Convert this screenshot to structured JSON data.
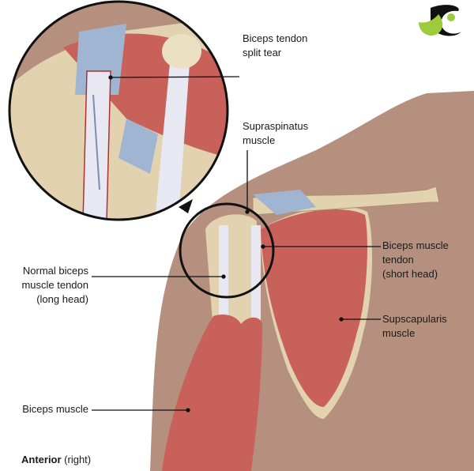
{
  "labels": {
    "split_tear": [
      "Biceps tendon",
      "split tear"
    ],
    "supraspinatus": [
      "Supraspinatus",
      "muscle"
    ],
    "long_head": [
      "Normal biceps",
      "muscle tendon",
      "(long head)"
    ],
    "short_head": [
      "Biceps muscle",
      "tendon",
      "(short head)"
    ],
    "subscapularis": [
      "Supscapularis",
      "muscle"
    ],
    "biceps_muscle": "Biceps muscle",
    "view_bold": "Anterior",
    "view_rest": " (right)"
  },
  "colors": {
    "skin": "#b5907f",
    "muscle": "#c9615b",
    "bone": "#e3d2b0",
    "tendon": "#e8e8f2",
    "ligament": "#9fb5d2",
    "outline": "#111111",
    "logo_green": "#9ccc3c"
  },
  "logo": {
    "icon": "brand-logo-icon"
  }
}
